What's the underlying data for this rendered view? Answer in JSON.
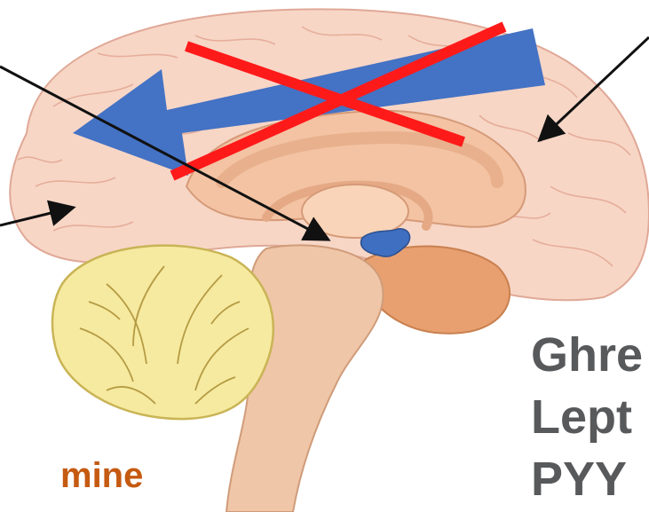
{
  "labels": {
    "dopamine": "mine",
    "hormones": [
      "Ghre",
      "Lept",
      "PYY"
    ]
  },
  "colors": {
    "cortex_fill": "#f7d6c6",
    "cortex_stroke": "#e0a896",
    "brainstem": "#f0c6a8",
    "cerebellum": "#f6eaa0",
    "signal_arrow": "#4472c4",
    "cross": "#ff1a1a",
    "hypothalamus": "#3f6fc0",
    "hormone_text": "#58595b",
    "dopamine_text": "#c55a11",
    "pointer": "#111111"
  },
  "icons": {
    "signal": "blocked-signal-arrow",
    "cross": "red-x-icon"
  }
}
